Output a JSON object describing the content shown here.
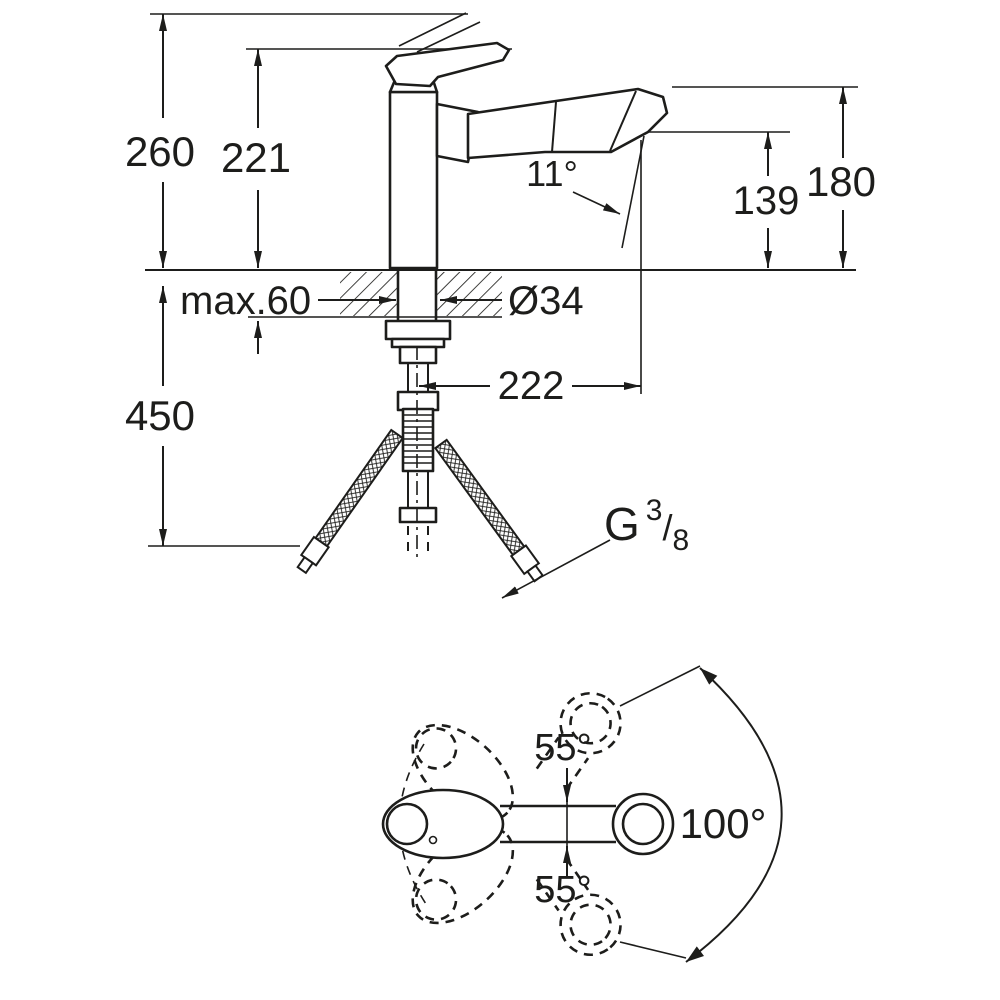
{
  "title": "Kitchen faucet installation dimension drawing",
  "colors": {
    "ink": "#1d1d1b",
    "background": "#ffffff"
  },
  "side_view": {
    "dim_total_height": "260",
    "dim_body_height": "221",
    "dim_spray_angle": "11°",
    "dim_outlet_height": "139",
    "dim_spout_height": "180",
    "dim_max_deck": "max.60",
    "dim_hole_diameter": "Ø34",
    "dim_below_deck": "450",
    "dim_reach": "222",
    "thread": {
      "prefix": "G",
      "numerator": "3",
      "slash": "/",
      "denominator": "8"
    }
  },
  "top_view": {
    "dim_swivel_upper": "55°",
    "dim_swivel_lower": "55°",
    "dim_swivel_total": "100°"
  }
}
